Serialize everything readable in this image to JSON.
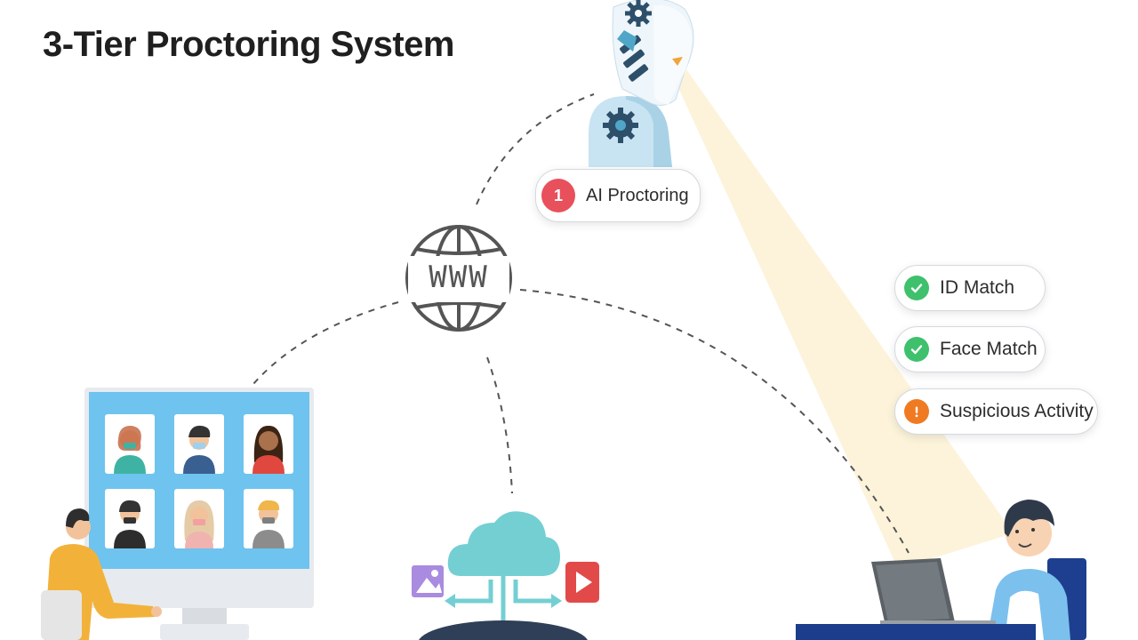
{
  "title": "3-Tier Proctoring System",
  "ai_proctoring": {
    "number": "1",
    "label": "AI Proctoring"
  },
  "globe_label": "WWW",
  "checks": [
    {
      "label": "ID Match",
      "status": "check-icon",
      "color": "#3fc06d"
    },
    {
      "label": "Face Match",
      "status": "check-icon",
      "color": "#3fc06d"
    },
    {
      "label": "Suspicious Activity",
      "status": "exclamation-icon",
      "color": "#f07a22"
    }
  ],
  "colors": {
    "badge": "#e8505b",
    "monitor_screen": "#6ec3ef",
    "cloud": "#74cfd3",
    "dashed_line": "#555555"
  },
  "icons": [
    "robot-head-icon",
    "gear-icon",
    "globe-www-icon",
    "cloud-icon",
    "image-icon",
    "video-play-icon",
    "laptop-icon",
    "monitor-icon"
  ]
}
